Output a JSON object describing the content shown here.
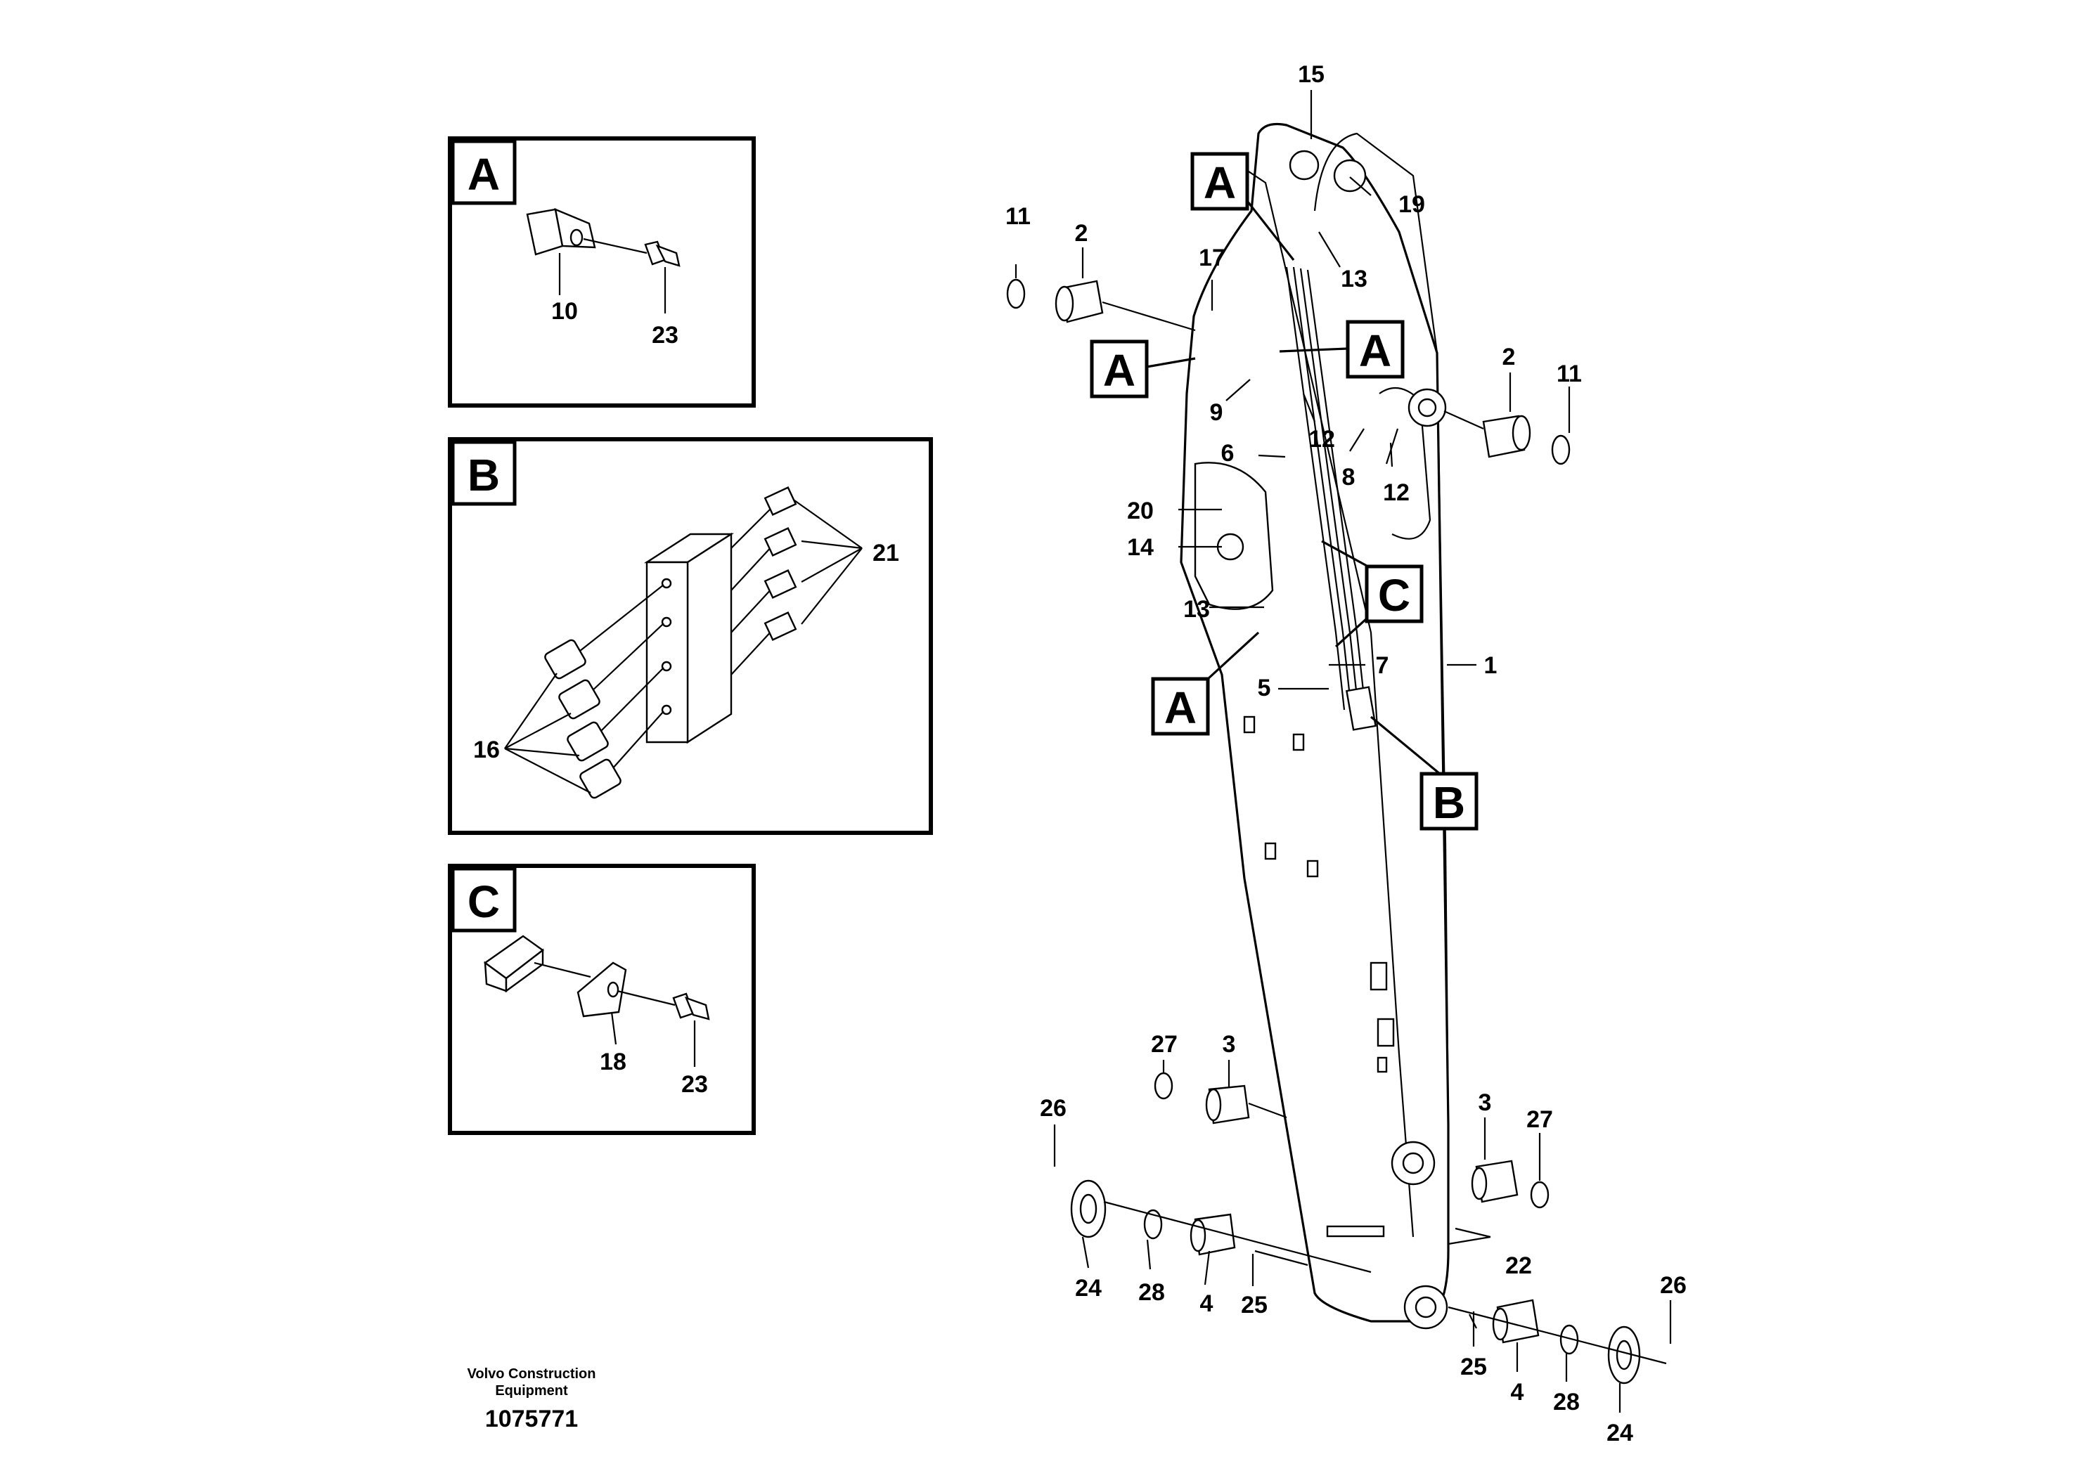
{
  "callouts": {
    "inset_a": "A",
    "inset_b": "B",
    "inset_c": "C",
    "main_a": "A",
    "main_b": "B",
    "main_c": "C"
  },
  "inset_a": {
    "p10": "10",
    "p23": "23"
  },
  "inset_b": {
    "p16": "16",
    "p21": "21"
  },
  "inset_c": {
    "p18": "18",
    "p23": "23"
  },
  "main": {
    "p1": "1",
    "p2": "2",
    "p3": "3",
    "p4": "4",
    "p5": "5",
    "p6": "6",
    "p7": "7",
    "p8": "8",
    "p9": "9",
    "p11": "11",
    "p12": "12",
    "p13": "13",
    "p14": "14",
    "p15": "15",
    "p17": "17",
    "p19": "19",
    "p20": "20",
    "p22": "22",
    "p24": "24",
    "p25": "25",
    "p26": "26",
    "p27": "27",
    "p28": "28"
  },
  "footer": {
    "company_line1": "Volvo Construction",
    "company_line2": "Equipment",
    "doc_number": "1075771"
  }
}
